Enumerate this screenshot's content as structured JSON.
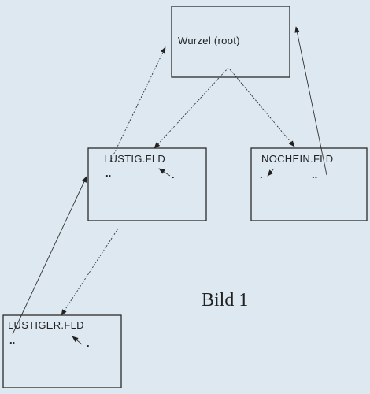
{
  "diagram": {
    "nodes": {
      "root": {
        "label": "Wurzel (root)",
        "entries": []
      },
      "lustig": {
        "label": "LUSTIG.FLD",
        "entries": [
          "..",
          "."
        ]
      },
      "nochein": {
        "label": "NOCHEIN.FLD",
        "entries": [
          ".",
          ".."
        ]
      },
      "lustiger": {
        "label": "LUSTIGER.FLD",
        "entries": [
          "..",
          "."
        ]
      }
    },
    "caption": "Bild 1"
  }
}
